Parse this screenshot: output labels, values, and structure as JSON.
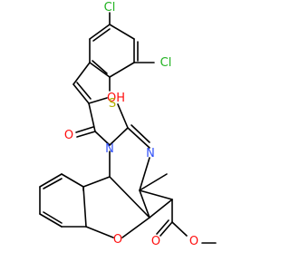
{
  "molecule": {
    "atoms": {
      "cl_top": "Cl",
      "cl_right": "Cl",
      "hydroxyl": "OH",
      "sulfur": "S",
      "nitrogen_imine": "N",
      "nitrogen_ring": "N",
      "oxygen_carbonyl": "O",
      "oxygen_furan": "O",
      "oxygen_ester_carbonyl": "O",
      "oxygen_ester": "O"
    },
    "colors": {
      "chlorine": "#1fb21f",
      "oxygen": "#ff0d0d",
      "sulfur": "#b2b200",
      "nitrogen": "#3050f8",
      "bond": "#000000"
    }
  }
}
